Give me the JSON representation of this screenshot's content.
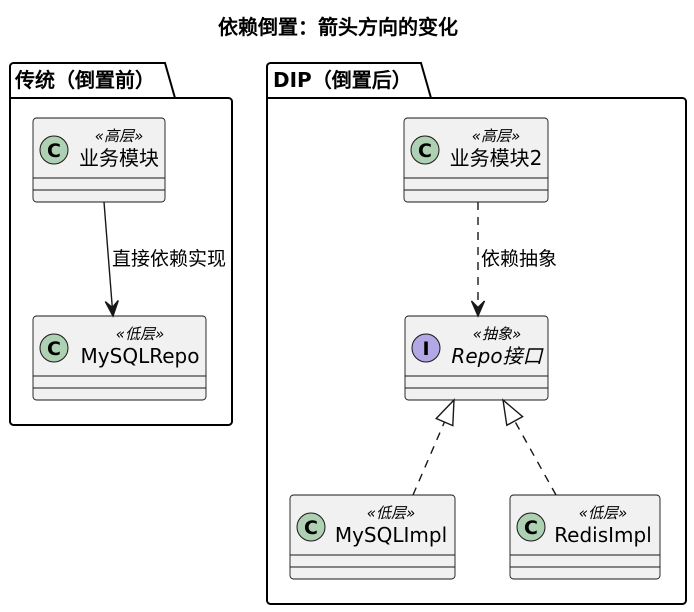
{
  "title": "依赖倒置：箭头方向的变化",
  "colors": {
    "class_badge": "#ADD1B2",
    "interface_badge": "#B4A7E5",
    "box_fill": "#F1F1F1",
    "edge_line": "#181818",
    "background": "#FFFFFF"
  },
  "packages": [
    {
      "label": "传统（倒置前）",
      "nodes": [
        {
          "badge": "C",
          "stereotype": "«高层»",
          "name": "业务模块"
        },
        {
          "badge": "C",
          "stereotype": "«低层»",
          "name": "MySQLRepo"
        }
      ],
      "edges": [
        {
          "label": "直接依赖实现",
          "line": "solid",
          "head": "arrow"
        }
      ]
    },
    {
      "label": "DIP（倒置后）",
      "nodes": [
        {
          "badge": "C",
          "stereotype": "«高层»",
          "name": "业务模块2"
        },
        {
          "badge": "I",
          "stereotype": "«抽象»",
          "name": "Repo接口"
        },
        {
          "badge": "C",
          "stereotype": "«低层»",
          "name": "MySQLImpl"
        },
        {
          "badge": "C",
          "stereotype": "«低层»",
          "name": "RedisImpl"
        }
      ],
      "edges": [
        {
          "label": "依赖抽象",
          "line": "dashed",
          "head": "arrow"
        },
        {
          "line": "dashed",
          "head": "hollow-triangle"
        },
        {
          "line": "dashed",
          "head": "hollow-triangle"
        }
      ]
    }
  ]
}
